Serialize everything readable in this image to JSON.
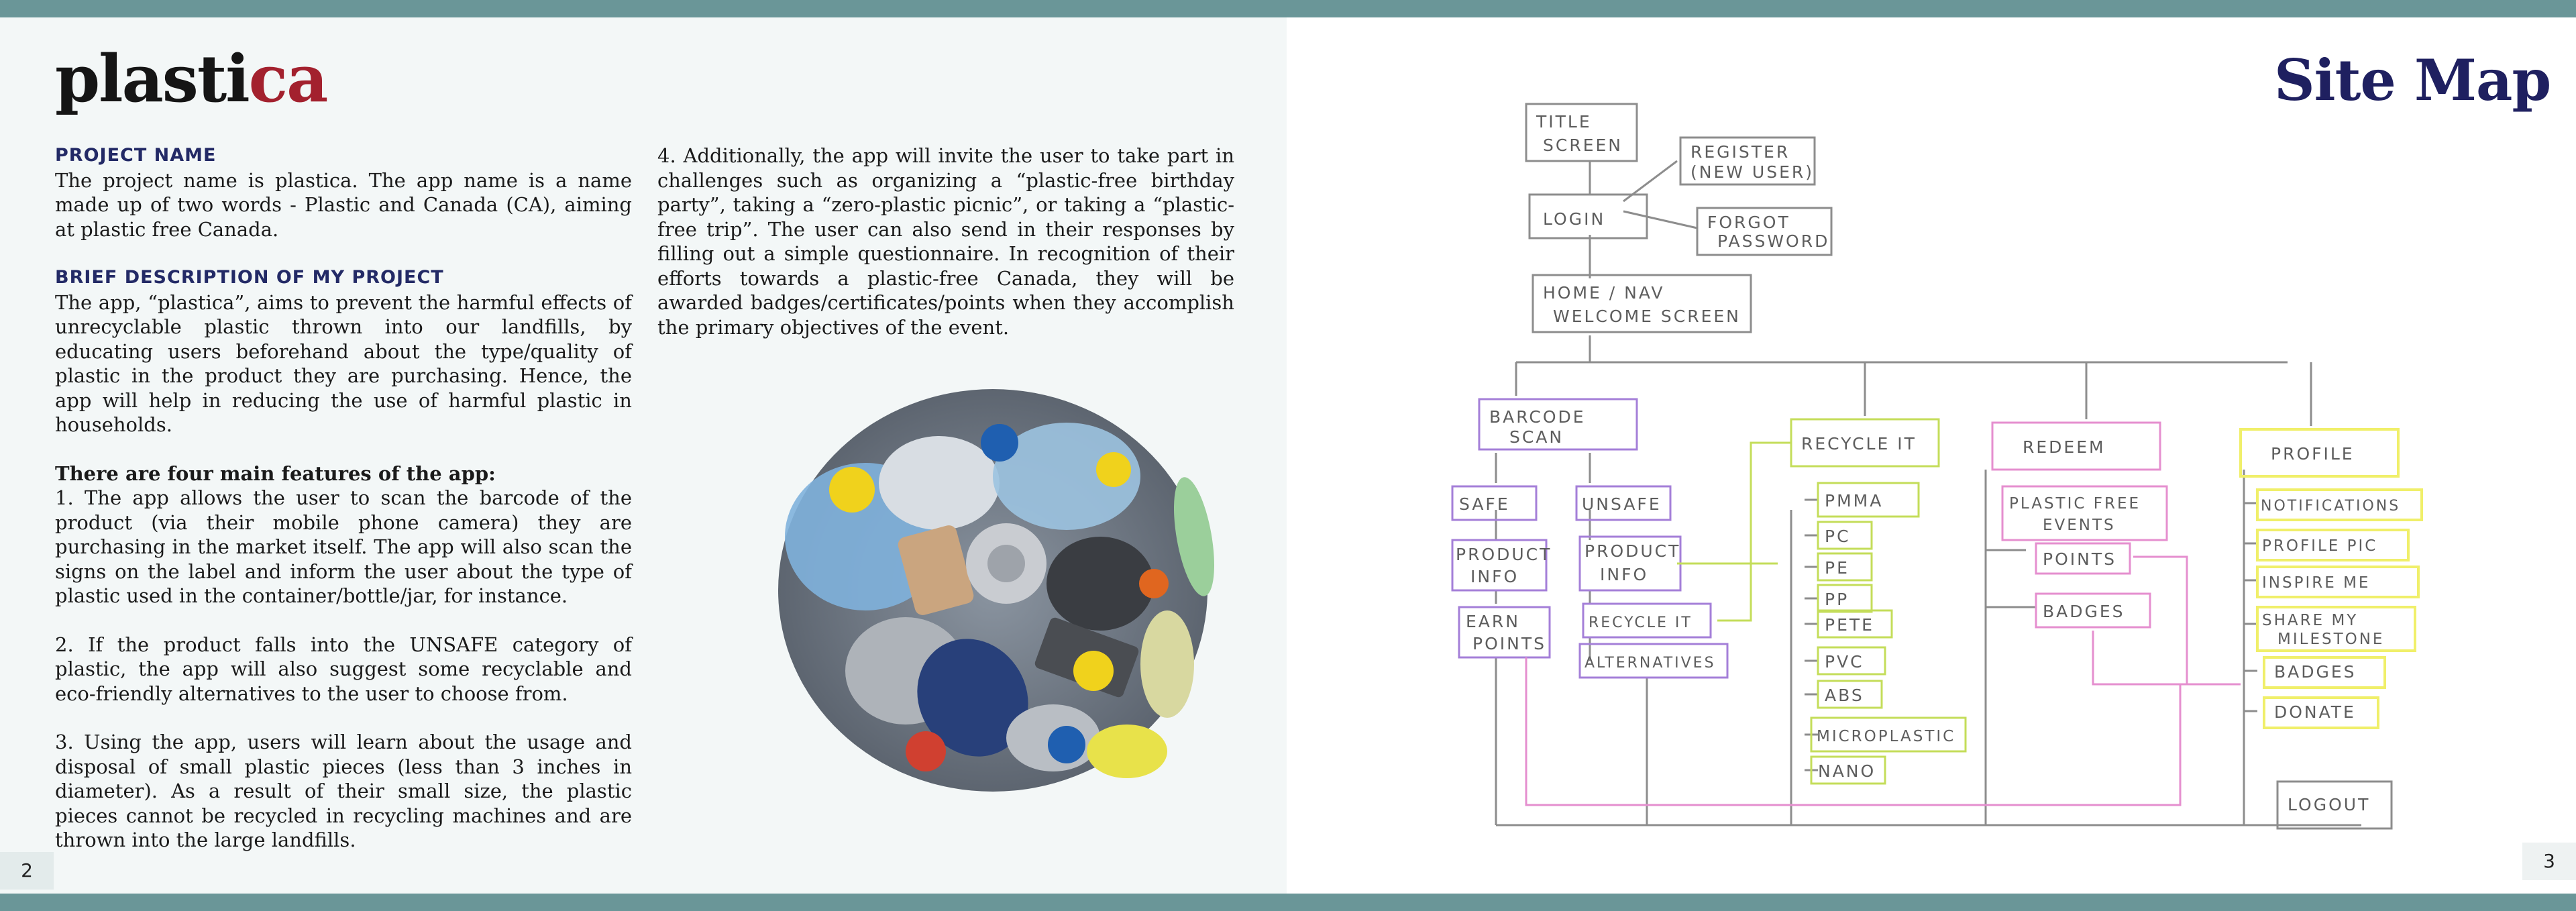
{
  "brand": {
    "name_main": "plasti",
    "name_accent": "ca",
    "accent_color": "#a3212e"
  },
  "left_column": {
    "project_name_heading": "PROJECT NAME",
    "project_name_text": "The project name is plastica. The app name is a name made up of two words - Plastic and Canada (CA), aiming at plastic free Canada.",
    "brief_heading": "BRIEF DESCRIPTION OF MY PROJECT",
    "brief_text": "The app, “plastica”, aims to prevent the harmful effects of unrecyclable plastic thrown into our landfills, by educating users beforehand about the type/quality of plastic in the product they are purchasing. Hence, the app will help in reducing the use of harmful plastic in households.",
    "features_heading": "There are four main features of the app:",
    "feature_1": "1. The app allows the user to scan the barcode of the product (via their mobile phone camera) they are purchasing in the market itself. The app will also scan the signs on the label and inform the user about the type of plastic used in the container/bottle/jar, for instance.",
    "feature_2": "2. If the product falls into the UNSAFE category of plastic, the app will also suggest some recyclable and eco-friendly alternatives to the user to choose from.",
    "feature_3": "3. Using the app, users will learn about the usage and disposal of small plastic pieces (less than 3 inches in diameter). As a result of their small size, the plastic pieces cannot be recycled in recycling machines and are thrown into the large landfills."
  },
  "right_column": {
    "feature_4": "4. Additionally, the app will invite the user to take part in challenges such as organizing a “plastic-free birthday party”, taking a “zero-plastic picnic”, or taking a “plastic-free trip”. The user can also send in their responses by filling out a simple questionnaire. In recognition of their efforts towards a plastic-free Canada, they will be awarded badges/certificates/points when they accomplish the primary objectives of the event."
  },
  "pages": {
    "left": "2",
    "right": "3"
  },
  "site_map": {
    "title": "Site Map",
    "title_color": "#1f2060",
    "nodes": {
      "title_screen": [
        "TITLE",
        "SCREEN"
      ],
      "register": [
        "REGISTER",
        "(NEW USER)"
      ],
      "login": "LOGIN",
      "forgot": [
        "FORGOT",
        "PASSWORD"
      ],
      "home": [
        "HOME / NAV",
        "WELCOME SCREEN"
      ],
      "barcode": [
        "BARCODE",
        "SCAN"
      ],
      "safe": "SAFE",
      "unsafe": "UNSAFE",
      "product_info_safe": [
        "PRODUCT",
        "INFO"
      ],
      "earn_points": [
        "EARN",
        "POINTS"
      ],
      "product_info_unsafe": [
        "PRODUCT",
        "INFO"
      ],
      "recycle_it_small": "RECYCLE IT",
      "alternatives": "ALTERNATIVES",
      "recycle_it": "RECYCLE IT",
      "plastics": [
        "PMMA",
        "PC",
        "PE",
        "PP",
        "PETE",
        "PVC",
        "ABS",
        "MICROPLASTIC",
        "NANO"
      ],
      "redeem": "REDEEM",
      "plastic_free_events": [
        "PLASTIC FREE",
        "EVENTS"
      ],
      "points": "POINTS",
      "badges_redeem": "BADGES",
      "profile": "PROFILE",
      "profile_items": [
        "NOTIFICATIONS",
        "PROFILE PIC",
        "INSPIRE ME",
        "SHARE MY",
        "BADGES",
        "DONATE"
      ],
      "share_line2": "MILESTONE",
      "logout": "LOGOUT"
    },
    "colors": {
      "gray": "#8d8d8d",
      "purple": "#a47fd8",
      "green": "#c4dd5a",
      "pink": "#e58fcf",
      "yellow": "#f0ef6a"
    }
  }
}
